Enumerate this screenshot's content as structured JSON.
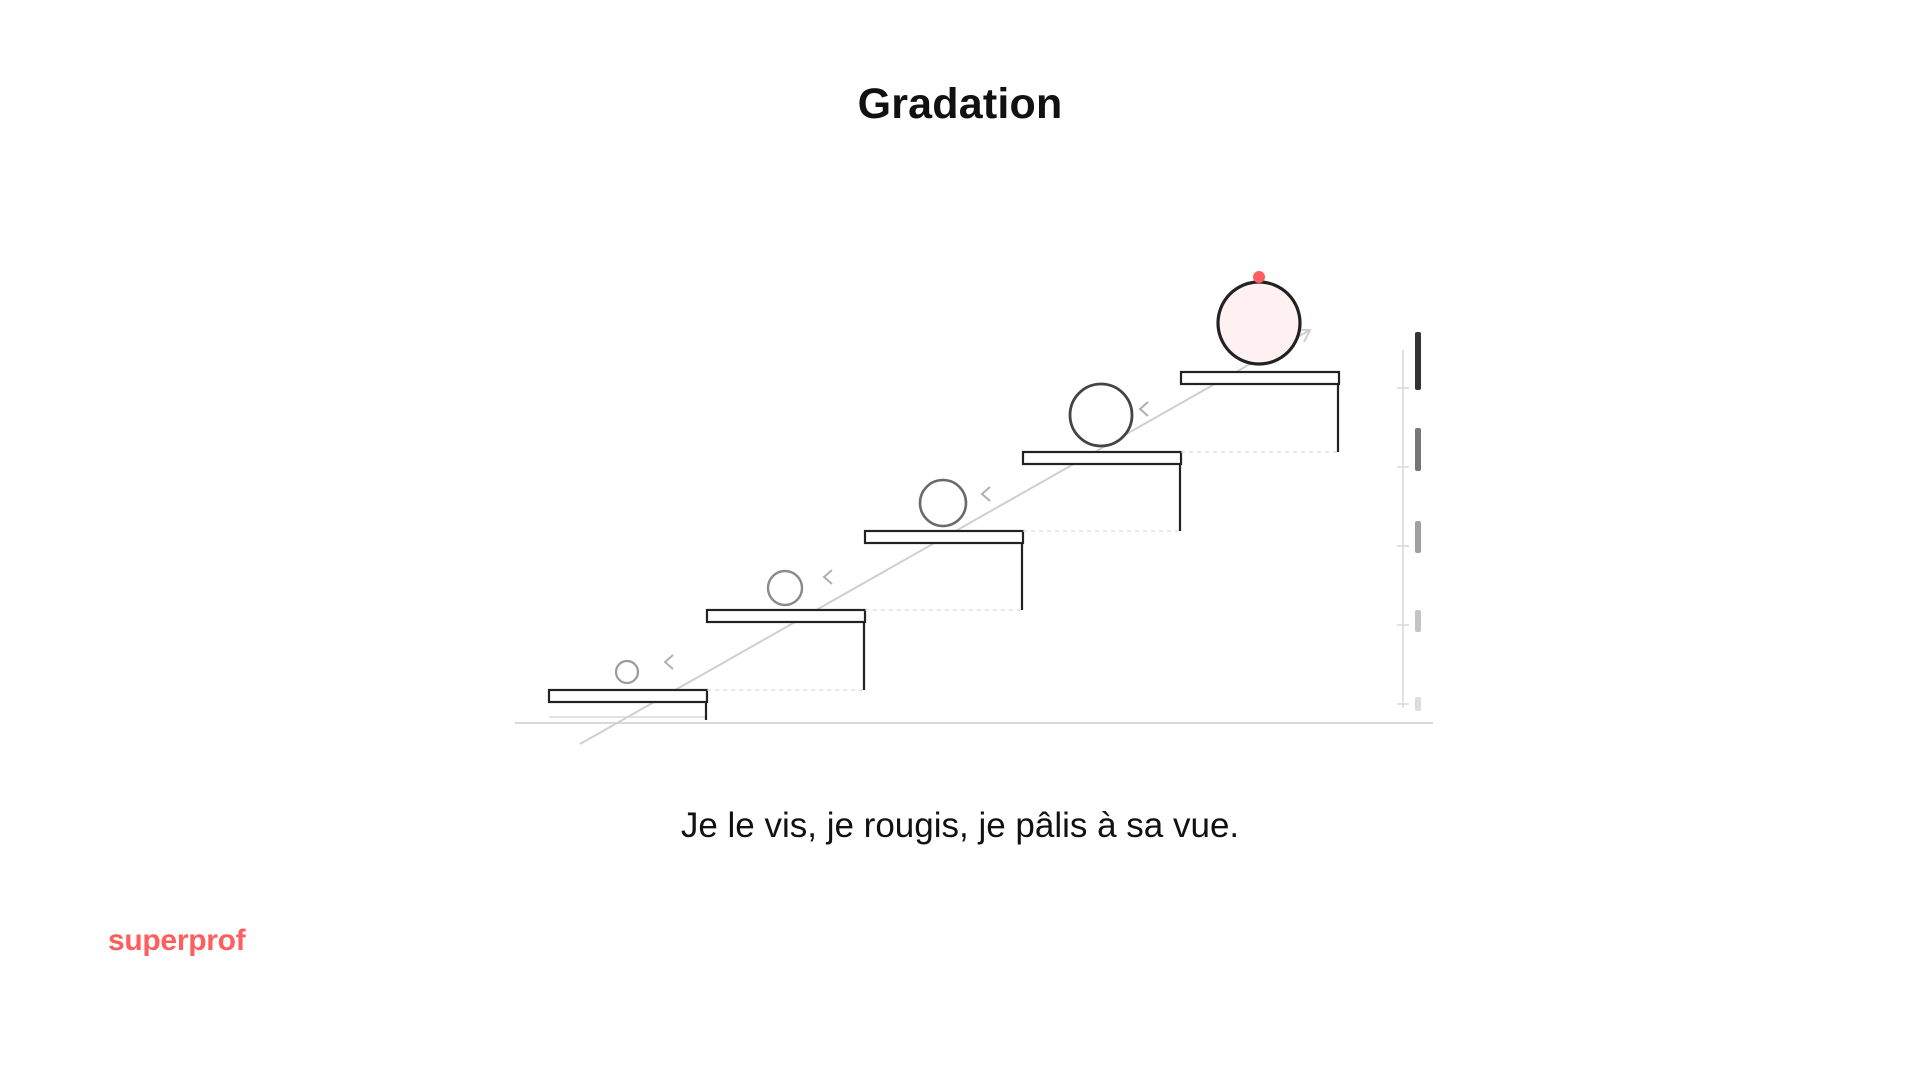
{
  "page": {
    "title": "Gradation",
    "caption": "Je le vis, je rougis, je pâlis à sa vue."
  },
  "brand": {
    "name": "superprof",
    "color": "#ff5e5e"
  },
  "diagram": {
    "steps": 5,
    "accent_color": "#ff5e5e",
    "highlight_fill": "#fff1f1",
    "stroke_color": "#222222"
  }
}
